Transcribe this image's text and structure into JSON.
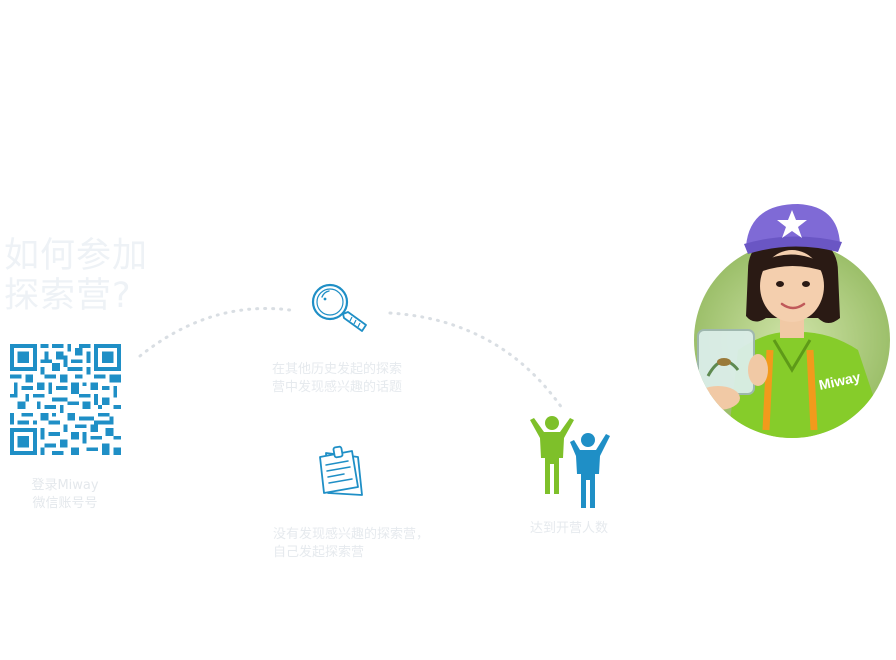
{
  "title": {
    "line1": "如何参加",
    "line2": "探索营?"
  },
  "qr": {
    "caption_line1": "登录Miway",
    "caption_line2": "微信账号号"
  },
  "steps": [
    {
      "icon": "magnifier-icon",
      "line1": "在其他历史发起的探索",
      "line2": "营中发现感兴趣的话题"
    },
    {
      "icon": "notes-icon",
      "line1": "没有发现感兴趣的探索营，",
      "line2": "自己发起探索营"
    },
    {
      "icon": "people-cheering-icon",
      "line1": "达到开营人数"
    }
  ],
  "colors": {
    "accent_blue": "#1f8fc6",
    "accent_green": "#7ec02a",
    "dot_gray": "#d6dbe0",
    "faint_text": "#e4e8ec"
  },
  "photo": {
    "badge_text": "Miway"
  }
}
